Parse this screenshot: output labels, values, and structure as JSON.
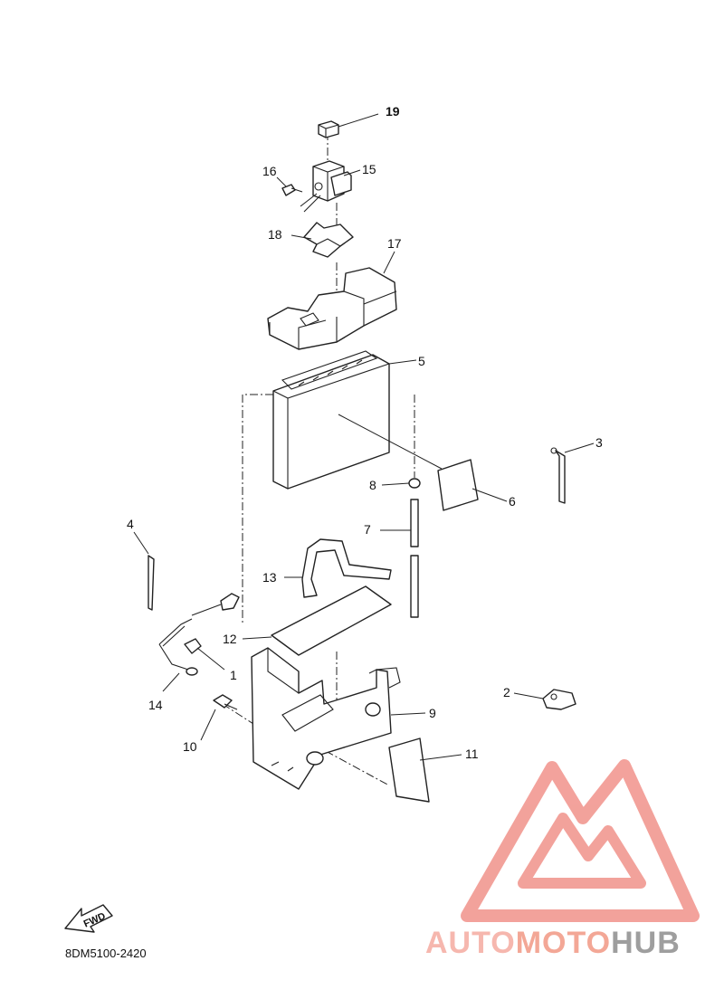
{
  "diagram_code": "8DM5100-2420",
  "fwd_label": "FWD",
  "watermark": {
    "part1": "AUTO",
    "part2": "MOTO",
    "part3": "HUB",
    "color_light": "#f6b7ae",
    "color_mid": "#f3a796",
    "color_dark": "#9e9e9e",
    "logo_color": "#f08b83"
  },
  "callouts": {
    "c1": "1",
    "c2": "2",
    "c3": "3",
    "c4": "4",
    "c5": "5",
    "c6": "6",
    "c7": "7",
    "c8": "8",
    "c9": "9",
    "c10": "10",
    "c11": "11",
    "c12": "12",
    "c13": "13",
    "c14": "14",
    "c15": "15",
    "c16": "16",
    "c17": "17",
    "c18": "18",
    "c19": "19"
  }
}
